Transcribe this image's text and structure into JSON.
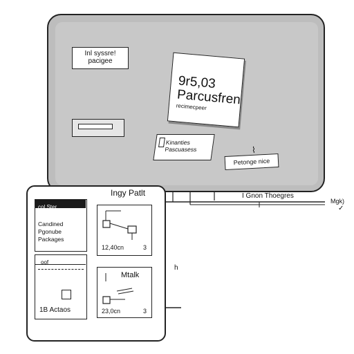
{
  "screen": {
    "install_box": {
      "line1": "Inl syssre!",
      "line2": "pacigee"
    },
    "card": {
      "big_line1": "9r5,03",
      "big_line2": "Parcusfren",
      "small_line": "recimecpeer"
    },
    "tray_label": "",
    "mini_card": {
      "line1": "Kinanties",
      "line2": "Pascuasess"
    },
    "tag_label": "Petonge nice",
    "right_note": "I Gnon Thoegres"
  },
  "panel": {
    "title": "Ingy Patlt",
    "left_top": {
      "header": "col  Ster",
      "line1": "Candined",
      "line2": "Pgonube",
      "line3": "Packages"
    },
    "left_bottom": {
      "header": "oof",
      "value": "1B Actaos"
    },
    "right_top": {
      "number": "12,40cn",
      "suffix": "3"
    },
    "right_bottom": {
      "title": "Mtalk",
      "number": "23,0cn",
      "suffix": "3"
    }
  },
  "labels": {
    "side_n": "h",
    "corner_note": "Mgk)"
  },
  "colors": {
    "screen_bg": "#c4c4c4",
    "stroke": "#222222",
    "header_fill": "#1a1a1a"
  }
}
